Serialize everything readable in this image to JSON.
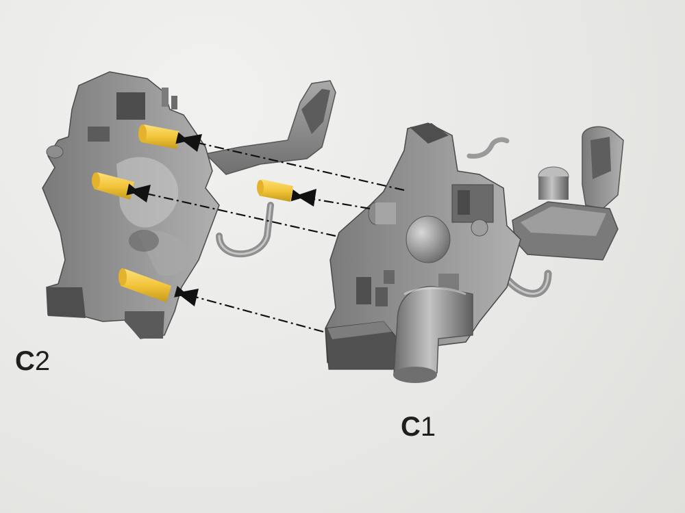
{
  "labels": {
    "c2": {
      "letter": "C",
      "number": "2"
    },
    "c1": {
      "letter": "C",
      "number": "1"
    }
  },
  "colors": {
    "background": "#e9e9e7",
    "part_gray": "#8a8a8a",
    "part_dark": "#4f4f4f",
    "part_light": "#b8b8b8",
    "peg_yellow": "#f2c53a",
    "arrow": "#111111"
  },
  "arrows": [
    {
      "from": "c1-left-pin-top",
      "to": "c2-peg-upper"
    },
    {
      "from": "c1-left-pin-mid",
      "to": "c2-peg-middle"
    },
    {
      "from": "c1-frame-mid",
      "to": "c2-peg-right"
    },
    {
      "from": "c1-base",
      "to": "c2-peg-lower"
    }
  ]
}
